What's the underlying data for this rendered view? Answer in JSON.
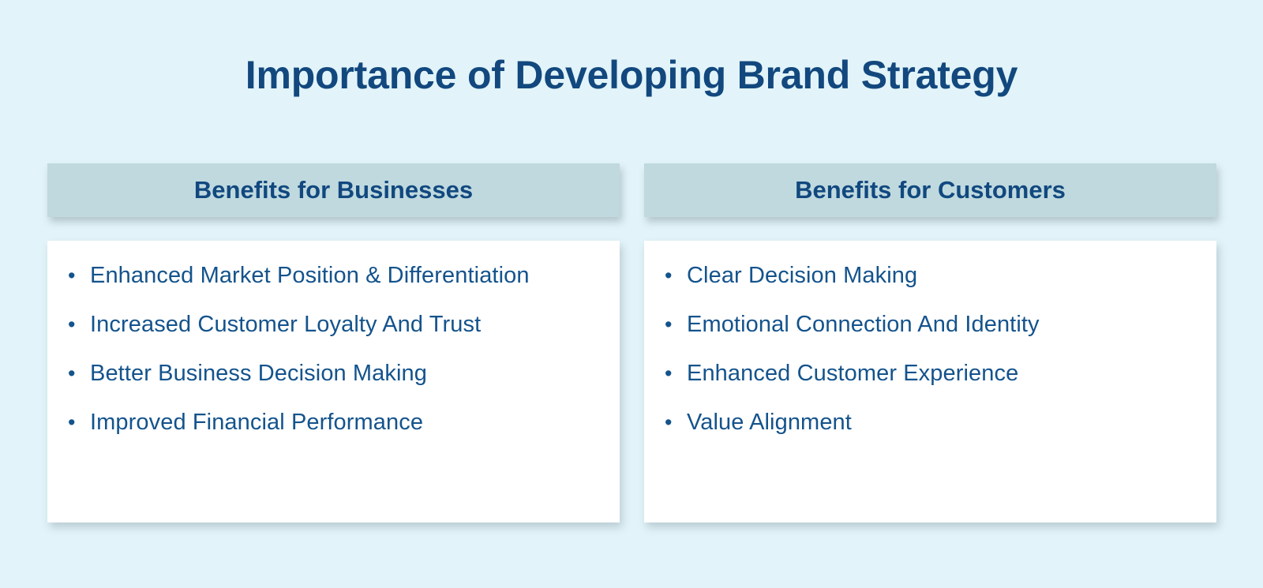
{
  "slide": {
    "title": "Importance of Developing Brand Strategy",
    "background_color": "#e2f4f9",
    "title_color": "#12487e",
    "header_bar_color": "#bfd9de",
    "card_color": "#ffffff",
    "body_text_color": "#14538c",
    "bullet_glyph": "•"
  },
  "columns": [
    {
      "header": "Benefits for Businesses",
      "items": [
        "Enhanced Market Position & Differentiation",
        "Increased Customer Loyalty And Trust",
        "Better Business Decision Making",
        "Improved Financial Performance"
      ]
    },
    {
      "header": "Benefits for Customers",
      "items": [
        "Clear Decision Making",
        "Emotional Connection And Identity",
        "Enhanced Customer Experience",
        "Value Alignment"
      ]
    }
  ]
}
